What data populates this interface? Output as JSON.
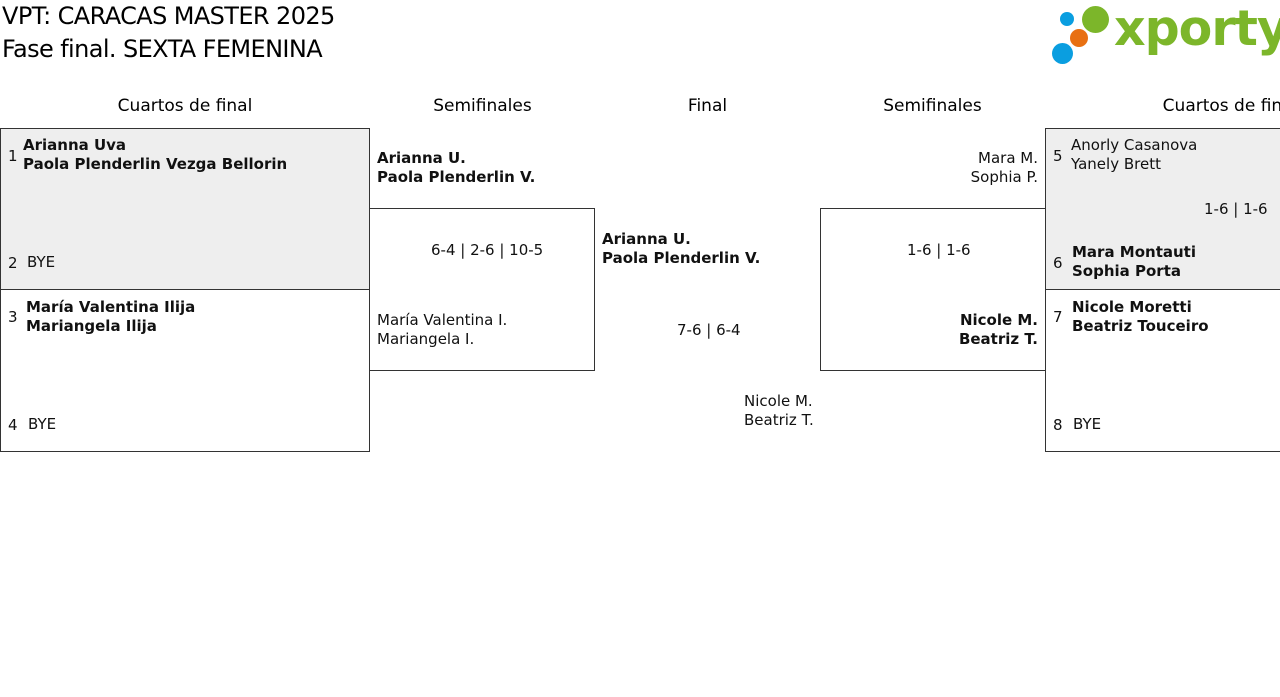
{
  "header": {
    "title_line1": "VPT: CARACAS MASTER 2025",
    "title_line2": "Fase final. SEXTA FEMENINA",
    "logo_text": "xporty",
    "brand_color": "#7cb62a",
    "dot_colors": [
      "#0a9ee0",
      "#e87012",
      "#7cb62a"
    ]
  },
  "columns": {
    "left_quarters": "Cuartos de final",
    "left_semis": "Semifinales",
    "final": "Final",
    "right_semis": "Semifinales",
    "right_quarters": "Cuartos de final"
  },
  "quarters_left": [
    {
      "top_seed": "1",
      "top_p1": "Arianna Uva",
      "top_p2": "Paola Plenderlin Vezga Bellorin",
      "bottom_seed": "2",
      "bottom_name": "BYE"
    },
    {
      "top_seed": "3",
      "top_p1": "María Valentina Ilija",
      "top_p2": "Mariangela Ilija",
      "bottom_seed": "4",
      "bottom_name": "BYE"
    }
  ],
  "semis_left": {
    "top_p1": "Arianna U.",
    "top_p2": "Paola Plenderlin V.",
    "score": "6-4 | 2-6 | 10-5",
    "bottom_p1": "María Valentina I.",
    "bottom_p2": "Mariangela I."
  },
  "final": {
    "winner_p1": "Arianna U.",
    "winner_p2": "Paola Plenderlin V.",
    "score": "7-6 | 6-4",
    "runner_p1": "Nicole M.",
    "runner_p2": "Beatriz T."
  },
  "semis_right": {
    "top_p1": "Mara M.",
    "top_p2": "Sophia P.",
    "score": "1-6 | 1-6",
    "bottom_p1": "Nicole M.",
    "bottom_p2": "Beatriz T."
  },
  "quarters_right": [
    {
      "top_seed": "5",
      "top_p1": "Anorly Casanova",
      "top_p2": "Yanely Brett",
      "score": "1-6 | 1-6",
      "bottom_seed": "6",
      "bottom_p1": "Mara Montauti",
      "bottom_p2": "Sophia Porta"
    },
    {
      "top_seed": "7",
      "top_p1": "Nicole Moretti",
      "top_p2": "Beatriz Touceiro",
      "bottom_seed": "8",
      "bottom_name": "BYE"
    }
  ]
}
